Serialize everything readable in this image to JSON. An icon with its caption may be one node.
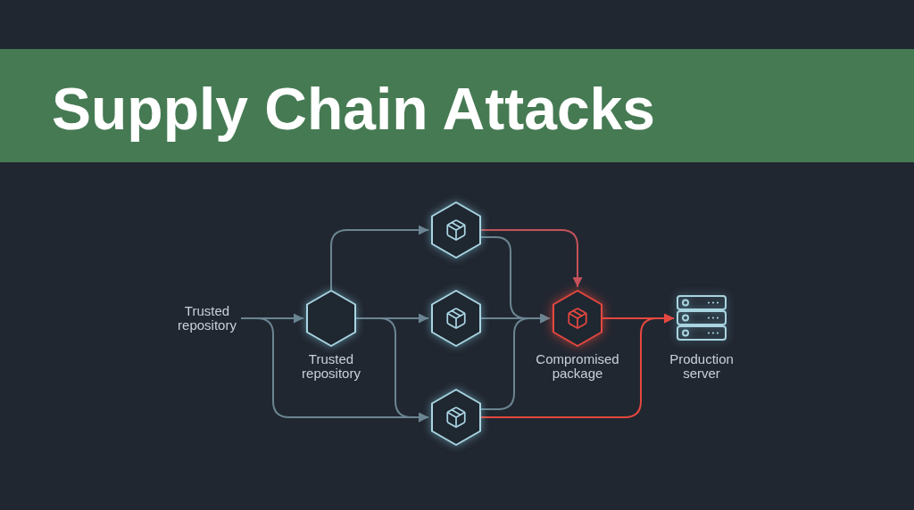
{
  "diagram": {
    "title": "Supply Chain Attacks",
    "nodes": [
      {
        "text": [
          "Trusted repository"
        ]
      },
      {
        "text": [
          "Trusted repository"
        ]
      },
      {
        "text": [],
        "shape": "hexagon"
      },
      {
        "text": [],
        "shape": "hexagon"
      },
      {
        "text": [],
        "shape": "hexagon"
      },
      {
        "text": [
          "Compromised package"
        ]
      },
      {
        "text": [
          "Production server"
        ]
      }
    ],
    "edges": [
      {
        "from": 0,
        "to": 1,
        "arrow": "to"
      },
      {
        "from": 0,
        "to": 4,
        "arrow": "to"
      },
      {
        "from": 1,
        "to": 2,
        "arrow": "to"
      },
      {
        "from": 1,
        "to": 3,
        "arrow": "to"
      },
      {
        "from": 1,
        "to": 4,
        "arrow": "to"
      },
      {
        "from": 2,
        "to": 5,
        "arrow": "to",
        "color": "#c4525a"
      },
      {
        "from": 2,
        "to": 5,
        "arrow": "to"
      },
      {
        "from": 3,
        "to": 5,
        "arrow": "to"
      },
      {
        "from": 4,
        "to": 5,
        "arrow": "to"
      },
      {
        "from": 4,
        "to": 6,
        "arrow": "to",
        "color": "#e5483f"
      },
      {
        "from": 5,
        "to": 6,
        "arrow": "to",
        "color": "#e5483f"
      }
    ]
  }
}
